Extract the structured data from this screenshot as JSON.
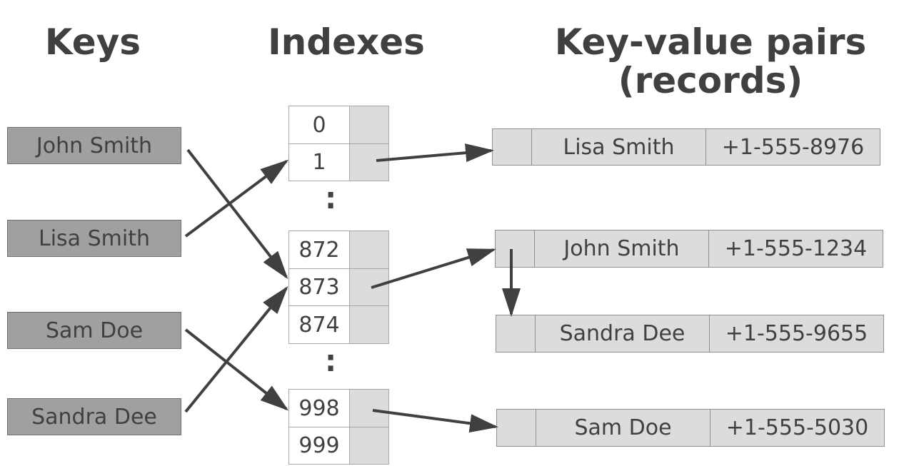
{
  "headings": {
    "keys": "Keys",
    "indexes": "Indexes",
    "records": "Key-value pairs\n(records)"
  },
  "keys": [
    "John Smith",
    "Lisa Smith",
    "Sam Doe",
    "Sandra Dee"
  ],
  "indexes": [
    "0",
    "1",
    "872",
    "873",
    "874",
    "998",
    "999"
  ],
  "ellipsis": "∶",
  "records": [
    {
      "name": "Lisa Smith",
      "phone": "+1-555-8976"
    },
    {
      "name": "John Smith",
      "phone": "+1-555-1234"
    },
    {
      "name": "Sandra Dee",
      "phone": "+1-555-9655"
    },
    {
      "name": "Sam Doe",
      "phone": "+1-555-5030"
    }
  ],
  "colors": {
    "text": "#404040",
    "key_fill": "#a0a0a0",
    "cell_fill": "#dcdcdc",
    "arrow": "#404040"
  }
}
